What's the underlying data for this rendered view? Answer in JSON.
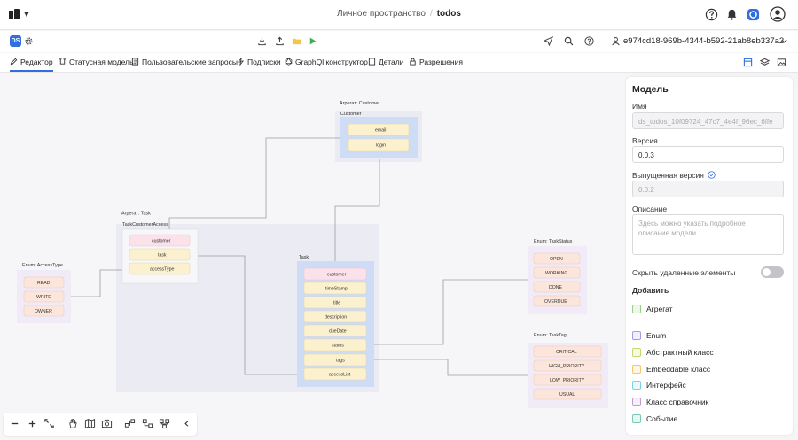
{
  "header": {
    "workspace": "Личное пространство",
    "separator": "/",
    "project": "todos"
  },
  "toolbar": {
    "app_badge": "DS",
    "branch_id": "e974cd18-969b-4344-b592-21ab8eb337a2"
  },
  "tabs": [
    {
      "label": "Редактор",
      "icon": "editor-icon",
      "active": true
    },
    {
      "label": "Статусная модель",
      "icon": "status-model-icon"
    },
    {
      "label": "Пользовательские запросы",
      "icon": "custom-queries-icon"
    },
    {
      "label": "Подписки",
      "icon": "subscriptions-icon"
    },
    {
      "label": "GraphQl конструктор",
      "icon": "graphql-icon"
    },
    {
      "label": "Детали",
      "icon": "details-icon"
    },
    {
      "label": "Разрешения",
      "icon": "permissions-icon"
    }
  ],
  "diagram": {
    "aggregate_customer": {
      "title": "Агрегат: Customer",
      "entity": "Customer",
      "fields": [
        "email",
        "login"
      ]
    },
    "aggregate_task": {
      "title": "Агрегат: Task",
      "access_entity": "TaskCustomerAccess",
      "access_fields": [
        "customer",
        "task",
        "accessType"
      ],
      "task_entity": "Task",
      "task_fields": [
        "customer",
        "timeStamp",
        "title",
        "description",
        "dueDate",
        "status",
        "tags",
        "accessList"
      ]
    },
    "enum_access_type": {
      "title": "Enum: AccessType",
      "values": [
        "READ",
        "WRITE",
        "OWNER"
      ]
    },
    "enum_task_status": {
      "title": "Enum: TaskStatus",
      "values": [
        "OPEN",
        "WORKING",
        "DONE",
        "OVERDUE"
      ]
    },
    "enum_task_tag": {
      "title": "Enum: TaskTag",
      "values": [
        "CRITICAL",
        "HIGH_PRIORITY",
        "LOW_PRIORITY",
        "USUAL"
      ]
    }
  },
  "panel": {
    "title": "Модель",
    "name_label": "Имя",
    "name_value": "ds_todos_10f09724_47c7_4e4f_96ec_6ffe",
    "version_label": "Версия",
    "version_value": "0.0.3",
    "released_label": "Выпущенная версия",
    "released_value": "0.0.2",
    "description_label": "Описание",
    "description_placeholder": "Здесь можно указать подробное описание модели",
    "hide_deleted_label": "Скрыть удаленные элементы",
    "add_label": "Добавить",
    "add_items": [
      {
        "label": "Агрегат",
        "color": "#9bd08a",
        "fill": "#eef8ea"
      },
      {
        "label": "Enum",
        "color": "#a89be0",
        "fill": "#f2effc"
      },
      {
        "label": "Абстрактный класс",
        "color": "#c6d86c",
        "fill": "#f6f9e6"
      },
      {
        "label": "Embeddable класс",
        "color": "#f0c870",
        "fill": "#fdf6e4"
      },
      {
        "label": "Интерфейс",
        "color": "#7cd3e0",
        "fill": "#eaf8fa"
      },
      {
        "label": "Класс справочник",
        "color": "#c49ad0",
        "fill": "#f7eefa"
      },
      {
        "label": "Событие",
        "color": "#79c9b8",
        "fill": "#e9f7f4"
      }
    ]
  },
  "colors": {
    "accent": "#2f6fde",
    "aggregate_region": "#ebecf3",
    "entity_blue": "#cfdcf6",
    "pill_yellow": "#fbf1cf",
    "pill_pink": "#fbe2ea",
    "enum_region": "#f1ebf8",
    "enum_pill": "#fce6dc"
  }
}
